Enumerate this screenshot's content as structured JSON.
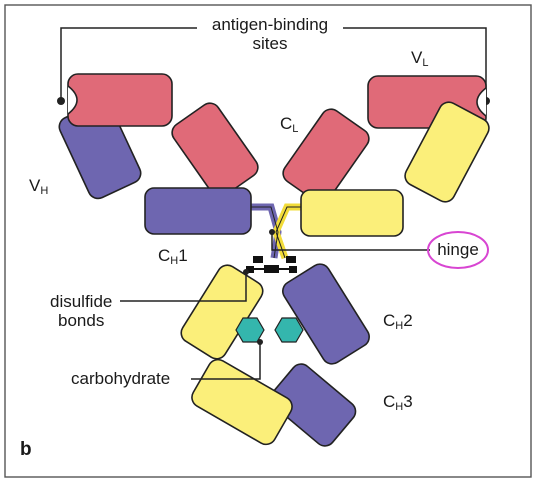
{
  "figure_letter": "b",
  "labels": {
    "antigen_line1": "antigen-binding",
    "antigen_line2": "sites",
    "vl_main": "V",
    "vl_sub": "L",
    "cl_main": "C",
    "cl_sub": "L",
    "vh_main": "V",
    "vh_sub": "H",
    "ch1_main": "C",
    "ch1_sub": "H",
    "ch1_num": "1",
    "hinge": "hinge",
    "disulfide_line1": "disulfide",
    "disulfide_line2": "bonds",
    "ch2_main": "C",
    "ch2_sub": "H",
    "ch2_num": "2",
    "carbohydrate": "carbohydrate",
    "ch3_main": "C",
    "ch3_sub": "H",
    "ch3_num": "3"
  },
  "colors": {
    "light_variable": "#e06a78",
    "heavy_chain": "#6e66b0",
    "light_chain": "#fbef7a",
    "carbohydrate": "#34b6ad",
    "hinge_circle": "#d845d2",
    "outline": "#222222"
  }
}
